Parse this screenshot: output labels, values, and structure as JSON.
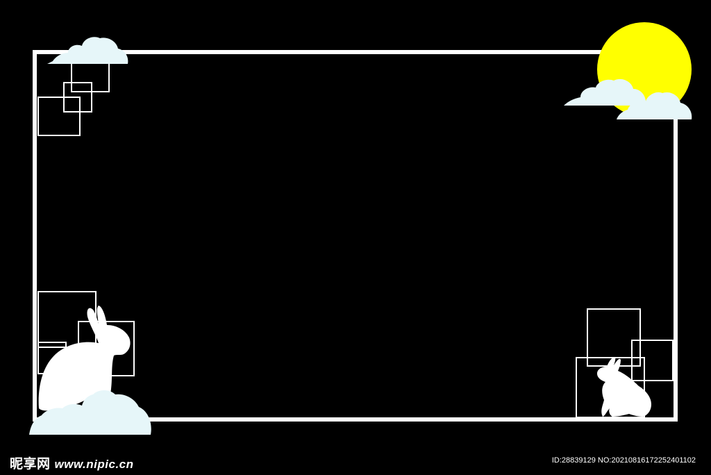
{
  "colors": {
    "background": "#000000",
    "frame": "#ffffff",
    "moon": "#ffff00",
    "cloud": "#e6f6f9",
    "rabbit": "#ffffff"
  },
  "watermark": {
    "brand": "昵享网",
    "site": "www.nipic.cn"
  },
  "image_id": "ID:28839129 NO:20210816172252401102"
}
